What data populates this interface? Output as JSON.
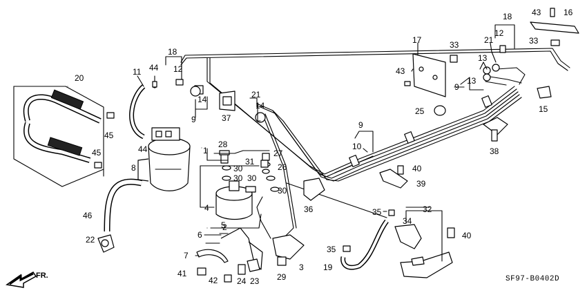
{
  "diagram": {
    "code": "SF97-B0402D",
    "direction_label": "FR.",
    "callouts": [
      {
        "id": "c1",
        "label": "1"
      },
      {
        "id": "c2",
        "label": "2"
      },
      {
        "id": "c3",
        "label": "3"
      },
      {
        "id": "c4",
        "label": "4"
      },
      {
        "id": "c5",
        "label": "5"
      },
      {
        "id": "c6",
        "label": "6"
      },
      {
        "id": "c7",
        "label": "7"
      },
      {
        "id": "c8",
        "label": "8"
      },
      {
        "id": "c9a",
        "label": "9"
      },
      {
        "id": "c9b",
        "label": "9"
      },
      {
        "id": "c9c",
        "label": "9"
      },
      {
        "id": "c10",
        "label": "10"
      },
      {
        "id": "c11",
        "label": "11"
      },
      {
        "id": "c12a",
        "label": "12"
      },
      {
        "id": "c12b",
        "label": "12"
      },
      {
        "id": "c13a",
        "label": "13"
      },
      {
        "id": "c13b",
        "label": "13"
      },
      {
        "id": "c14a",
        "label": "14"
      },
      {
        "id": "c14b",
        "label": "14"
      },
      {
        "id": "c15",
        "label": "15"
      },
      {
        "id": "c16",
        "label": "16"
      },
      {
        "id": "c17",
        "label": "17"
      },
      {
        "id": "c18a",
        "label": "18"
      },
      {
        "id": "c18b",
        "label": "18"
      },
      {
        "id": "c19",
        "label": "19"
      },
      {
        "id": "c20",
        "label": "20"
      },
      {
        "id": "c21a",
        "label": "21"
      },
      {
        "id": "c21b",
        "label": "21"
      },
      {
        "id": "c22",
        "label": "22"
      },
      {
        "id": "c23",
        "label": "23"
      },
      {
        "id": "c24",
        "label": "24"
      },
      {
        "id": "c25",
        "label": "25"
      },
      {
        "id": "c26",
        "label": "26"
      },
      {
        "id": "c27",
        "label": "27"
      },
      {
        "id": "c28",
        "label": "28"
      },
      {
        "id": "c29",
        "label": "29"
      },
      {
        "id": "c30a",
        "label": "30"
      },
      {
        "id": "c30b",
        "label": "30"
      },
      {
        "id": "c30c",
        "label": "30"
      },
      {
        "id": "c30d",
        "label": "30"
      },
      {
        "id": "c31",
        "label": "31"
      },
      {
        "id": "c32",
        "label": "32"
      },
      {
        "id": "c33a",
        "label": "33"
      },
      {
        "id": "c33b",
        "label": "33"
      },
      {
        "id": "c34",
        "label": "34"
      },
      {
        "id": "c35a",
        "label": "35"
      },
      {
        "id": "c35b",
        "label": "35"
      },
      {
        "id": "c36",
        "label": "36"
      },
      {
        "id": "c37",
        "label": "37"
      },
      {
        "id": "c38",
        "label": "38"
      },
      {
        "id": "c39",
        "label": "39"
      },
      {
        "id": "c40a",
        "label": "40"
      },
      {
        "id": "c40b",
        "label": "40"
      },
      {
        "id": "c41",
        "label": "41"
      },
      {
        "id": "c42",
        "label": "42"
      },
      {
        "id": "c43a",
        "label": "43"
      },
      {
        "id": "c43b",
        "label": "43"
      },
      {
        "id": "c44a",
        "label": "44"
      },
      {
        "id": "c44b",
        "label": "44"
      },
      {
        "id": "c45a",
        "label": "45"
      },
      {
        "id": "c45b",
        "label": "45"
      },
      {
        "id": "c46",
        "label": "46"
      }
    ]
  }
}
